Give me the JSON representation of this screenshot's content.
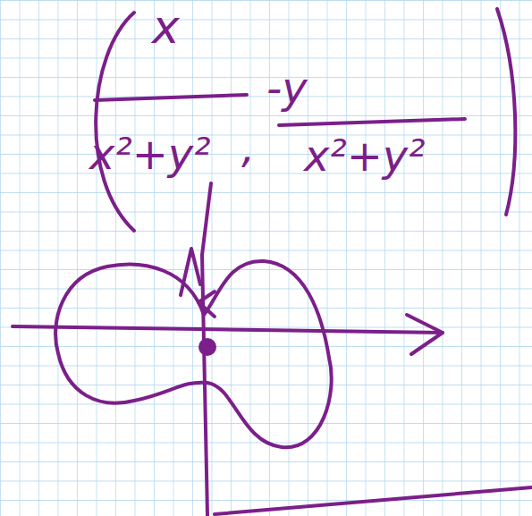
{
  "diagram": {
    "labels": [
      "x",
      "x²+y²",
      ",",
      "-y",
      "x²+y²"
    ]
  }
}
